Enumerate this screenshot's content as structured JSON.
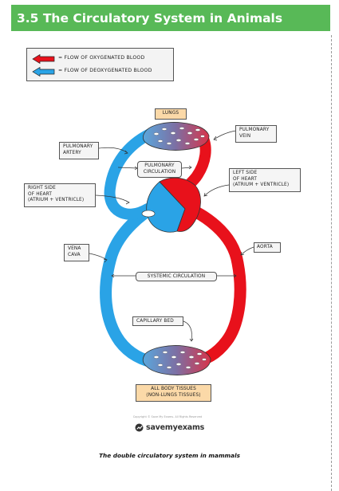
{
  "header": {
    "title": "3.5 The Circulatory System in Animals"
  },
  "legend": {
    "oxygenated": "= FLOW OF OXYGENATED BLOOD",
    "deoxygenated": "= FLOW OF DEOXYGENATED BLOOD"
  },
  "labels": {
    "lungs": "LUNGS",
    "pulmonary_vein": "PULMONARY VEIN",
    "pulmonary_artery": "PULMONARY ARTERY",
    "pulmonary_circulation": "PULMONARY CIRCULATION",
    "left_side_line1": "LEFT SIDE",
    "left_side_line2": "OF HEART",
    "left_side_line3": "(ATRIUM + VENTRICLE)",
    "right_side_line1": "RIGHT SIDE",
    "right_side_line2": "OF HEART",
    "right_side_line3": "(ATRIUM + VENTRICLE)",
    "vena_cava": "VENA CAVA",
    "aorta": "AORTA",
    "systemic_circulation": "SYSTEMIC CIRCULATION",
    "capillary_bed": "CAPILLARY BED",
    "body_tissues_line1": "ALL BODY TISSUES",
    "body_tissues_line2": "(NON-LUNGS TISSUES)"
  },
  "footer": {
    "copyright": "Copyright © Save My Exams. All Rights Reserved",
    "logo": "savemyexams",
    "caption": "The double circulatory system in mammals"
  },
  "colors": {
    "header": "#58b957",
    "oxygenated": "#e8111b",
    "deoxygenated": "#2aa3e6",
    "label_highlight": "#fbd9a8"
  }
}
